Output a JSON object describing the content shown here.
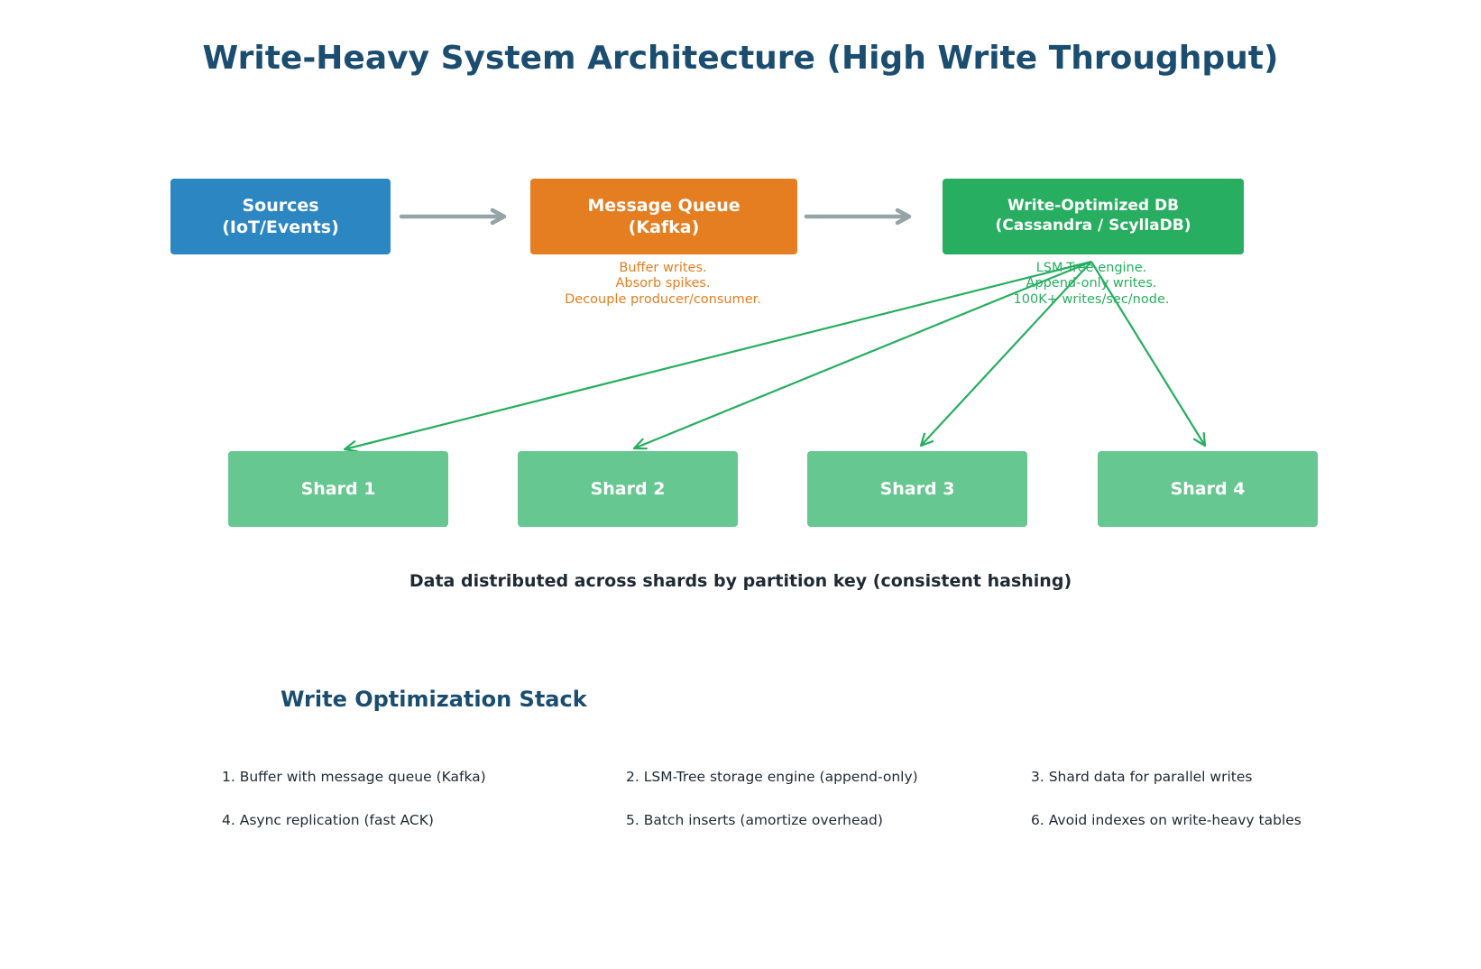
{
  "title": "Write-Heavy System Architecture (High Write Throughput)",
  "colors": {
    "title": "#1a4d70",
    "sources": "#2c86c1",
    "queue": "#e47e21",
    "db": "#27ae60",
    "shard": "#67c790",
    "arrow_gray": "#95a5a6",
    "arrow_green": "#27ae60",
    "text_dark": "#1f2933"
  },
  "nodes": {
    "sources": {
      "line1": "Sources",
      "line2": "(IoT/Events)"
    },
    "queue": {
      "line1": "Message Queue",
      "line2": "(Kafka)"
    },
    "db": {
      "line1": "Write-Optimized DB",
      "line2": "(Cassandra / ScyllaDB)"
    }
  },
  "notes": {
    "queue": [
      "Buffer writes.",
      "Absorb spikes.",
      "Decouple producer/consumer."
    ],
    "db": [
      "LSM-Tree engine.",
      "Append-only writes.",
      "100K+ writes/sec/node."
    ]
  },
  "shards": [
    "Shard 1",
    "Shard 2",
    "Shard 3",
    "Shard 4"
  ],
  "caption": "Data distributed across shards by partition key (consistent hashing)",
  "stack": {
    "title": "Write Optimization Stack",
    "items": [
      "1. Buffer with message queue (Kafka)",
      "2. LSM-Tree storage engine (append-only)",
      "3. Shard data for parallel writes",
      "4. Async replication (fast ACK)",
      "5. Batch inserts (amortize overhead)",
      "6. Avoid indexes on write-heavy tables"
    ]
  }
}
